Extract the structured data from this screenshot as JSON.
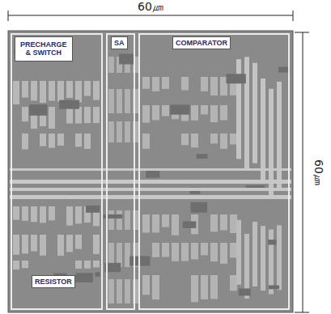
{
  "diagram": {
    "nodes": [
      {
        "text": [
          "PRECHARGE & SWITCH"
        ]
      },
      {
        "text": [
          "RESISTOR"
        ],
        "in": 0
      },
      {
        "text": [
          "SA"
        ]
      },
      {
        "text": [
          "COMPARATOR"
        ]
      }
    ],
    "labels": [
      "60㎛",
      "60㎛"
    ]
  }
}
